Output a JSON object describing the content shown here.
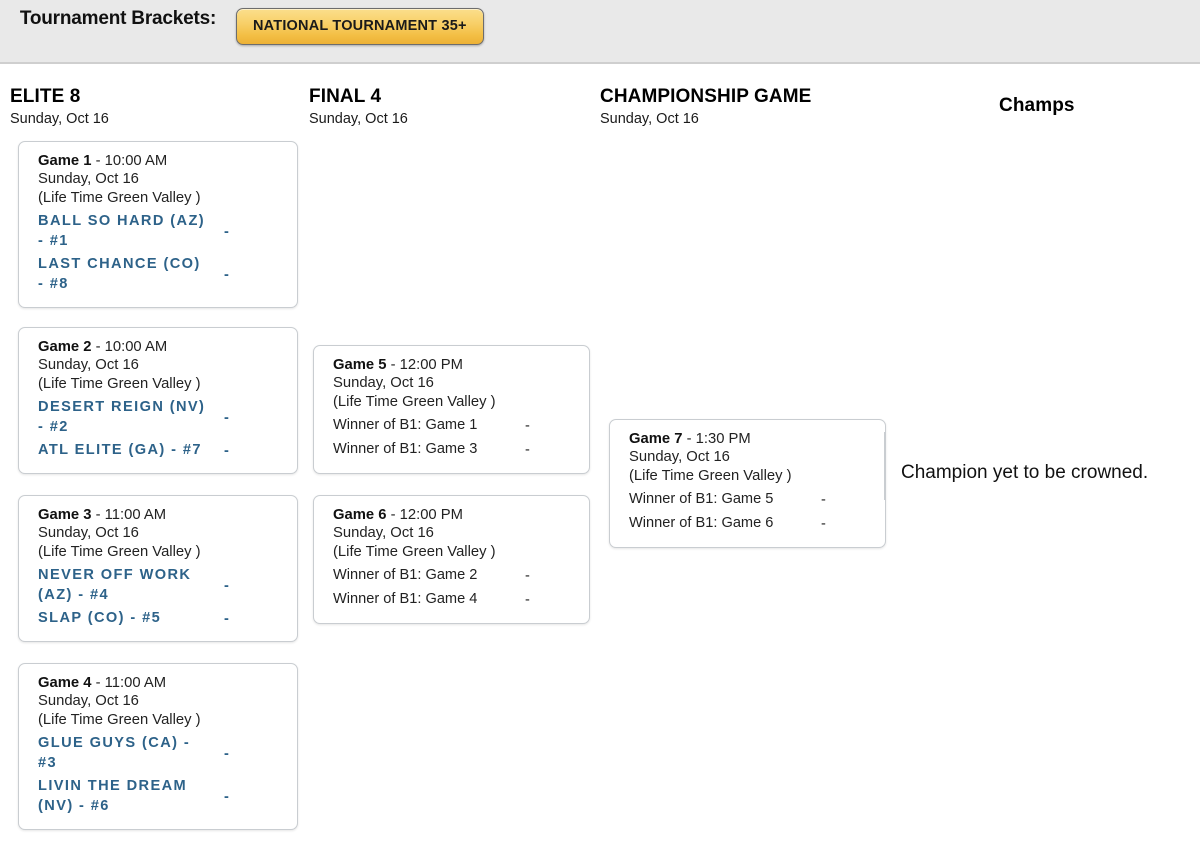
{
  "header": {
    "title": "Tournament Brackets:",
    "tabs": [
      {
        "label": "NATIONAL TOURNAMENT 35+",
        "active": true
      }
    ],
    "accent_color": "#f3bf45",
    "bar_color": "#e9e9e9"
  },
  "columns": [
    {
      "title": "ELITE 8",
      "date": "Sunday, Oct 16"
    },
    {
      "title": "FINAL 4",
      "date": "Sunday, Oct 16"
    },
    {
      "title": "CHAMPIONSHIP GAME",
      "date": "Sunday, Oct 16"
    },
    {
      "title": "Champs",
      "date": ""
    }
  ],
  "team_color": "#2d6289",
  "games": [
    {
      "id": "game-1",
      "label": "Game 1",
      "time": "- 10:00 AM",
      "date": "Sunday, Oct 16",
      "venue": "(Life Time Green Valley )",
      "teams": [
        {
          "name": "BALL SO HARD (AZ) - #1",
          "score": "-",
          "placeholder": false
        },
        {
          "name": "LAST CHANCE (CO) - #8",
          "score": "-",
          "placeholder": false
        }
      ]
    },
    {
      "id": "game-2",
      "label": "Game 2",
      "time": "- 10:00 AM",
      "date": "Sunday, Oct 16",
      "venue": "(Life Time Green Valley )",
      "teams": [
        {
          "name": "DESERT REIGN (NV) - #2",
          "score": "-",
          "placeholder": false
        },
        {
          "name": "ATL ELITE (GA) - #7",
          "score": "-",
          "placeholder": false
        }
      ]
    },
    {
      "id": "game-3",
      "label": "Game 3",
      "time": "- 11:00 AM",
      "date": "Sunday, Oct 16",
      "venue": "(Life Time Green Valley )",
      "teams": [
        {
          "name": "NEVER OFF WORK (AZ) - #4",
          "score": "-",
          "placeholder": false
        },
        {
          "name": "SLAP (CO) - #5",
          "score": "-",
          "placeholder": false
        }
      ]
    },
    {
      "id": "game-4",
      "label": "Game 4",
      "time": "- 11:00 AM",
      "date": "Sunday, Oct 16",
      "venue": "(Life Time Green Valley )",
      "teams": [
        {
          "name": "GLUE GUYS (CA) - #3",
          "score": "-",
          "placeholder": false
        },
        {
          "name": "LIVIN THE DREAM (NV) - #6",
          "score": "-",
          "placeholder": false
        }
      ]
    },
    {
      "id": "game-5",
      "label": "Game 5",
      "time": "- 12:00 PM",
      "date": "Sunday, Oct 16",
      "venue": "(Life Time Green Valley )",
      "teams": [
        {
          "name": "Winner of B1: Game 1",
          "score": "-",
          "placeholder": true
        },
        {
          "name": "Winner of B1: Game 3",
          "score": "-",
          "placeholder": true
        }
      ]
    },
    {
      "id": "game-6",
      "label": "Game 6",
      "time": "- 12:00 PM",
      "date": "Sunday, Oct 16",
      "venue": "(Life Time Green Valley )",
      "teams": [
        {
          "name": "Winner of B1: Game 2",
          "score": "-",
          "placeholder": true
        },
        {
          "name": "Winner of B1: Game 4",
          "score": "-",
          "placeholder": true
        }
      ]
    },
    {
      "id": "game-7",
      "label": "Game 7",
      "time": "- 1:30 PM",
      "date": "Sunday, Oct 16",
      "venue": "(Life Time Green Valley )",
      "teams": [
        {
          "name": "Winner of B1: Game 5",
          "score": "-",
          "placeholder": true
        },
        {
          "name": "Winner of B1: Game 6",
          "score": "-",
          "placeholder": true
        }
      ]
    }
  ],
  "champs": {
    "message": "Champion yet to be crowned."
  }
}
